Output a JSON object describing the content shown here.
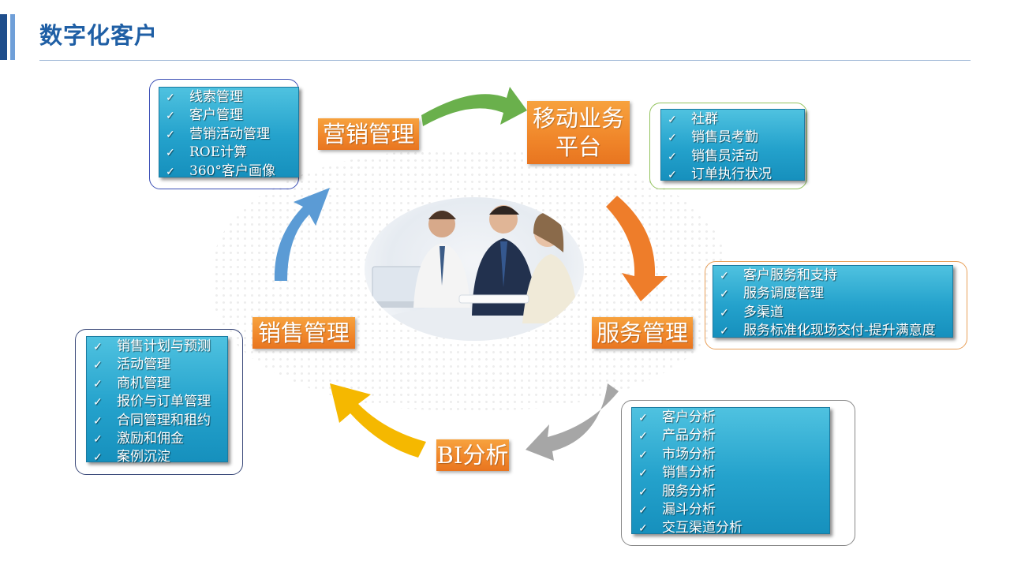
{
  "page": {
    "title": "数字化客户"
  },
  "check_mark": "✓",
  "colors": {
    "title": "#1f5fa5",
    "stage_fill": "#f0862a",
    "list_fill": "#24a2cc",
    "arrow_green": "#6ab04c",
    "arrow_orange": "#ee7d2a",
    "arrow_gray": "#a6a6a6",
    "arrow_yellow": "#f5b800",
    "arrow_blue": "#5b9bd5"
  },
  "stages": {
    "marketing": "营销管理",
    "mobile": [
      "移动业务",
      "平台"
    ],
    "service": "服务管理",
    "bi": "BI分析",
    "sales": "销售管理"
  },
  "lists": {
    "marketing": [
      "线索管理",
      "客户管理",
      "营销活动管理",
      "ROE计算",
      "360°客户画像"
    ],
    "mobile": [
      "社群",
      "销售员考勤",
      "销售员活动",
      "订单执行状况"
    ],
    "service": [
      "客户服务和支持",
      "服务调度管理",
      "多渠道",
      "服务标准化现场交付-提升满意度"
    ],
    "bi": [
      "客户分析",
      "产品分析",
      "市场分析",
      "销售分析",
      "服务分析",
      "漏斗分析",
      "交互渠道分析"
    ],
    "sales": [
      "销售计划与预测",
      "活动管理",
      "商机管理",
      "报价与订单管理",
      "合同管理和租约",
      "激励和佣金",
      "案例沉淀"
    ]
  },
  "photo": {
    "icon": "business-team-photo"
  }
}
